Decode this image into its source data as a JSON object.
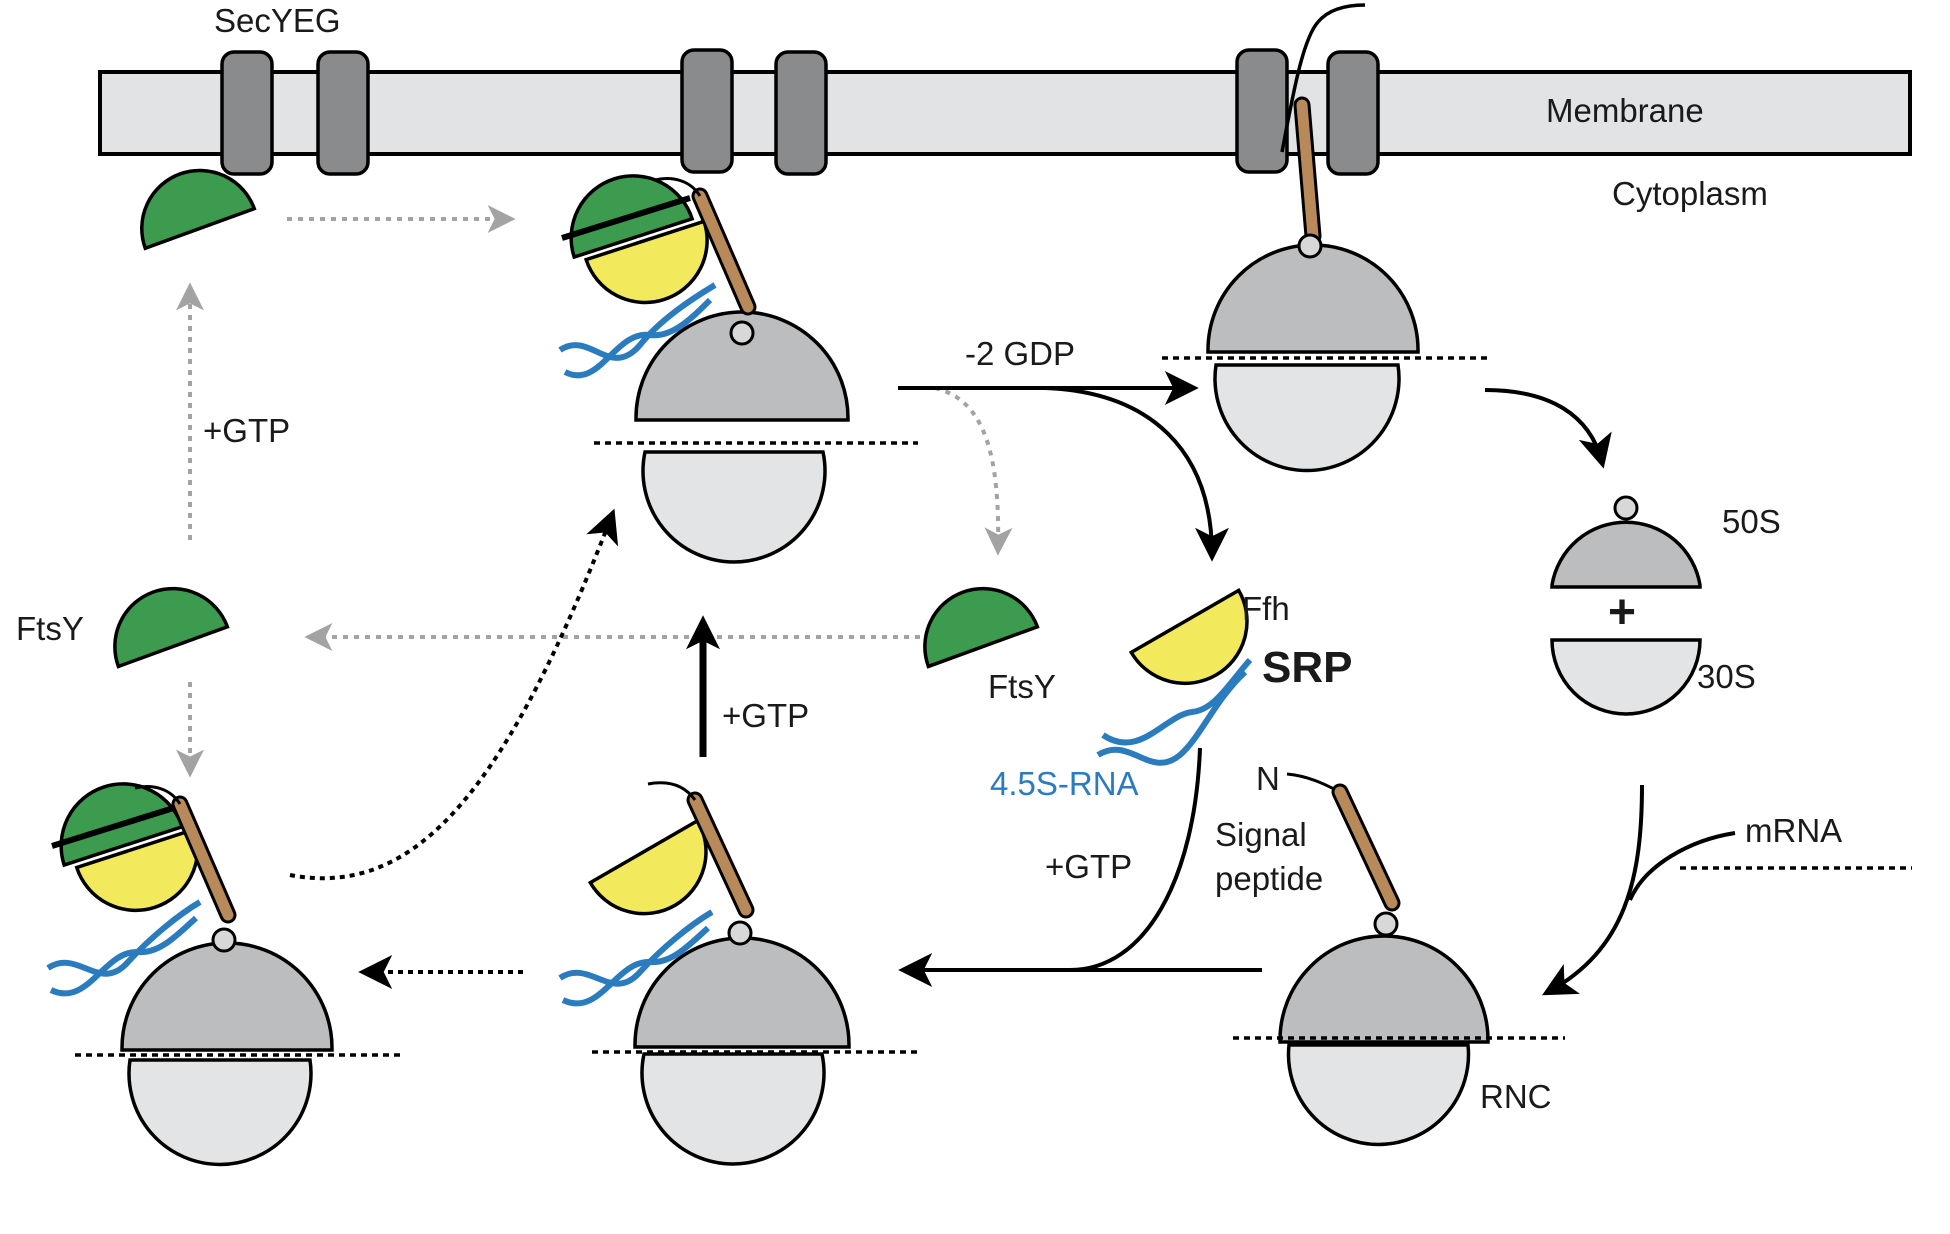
{
  "labels": {
    "secyeg": "SecYEG",
    "membrane": "Membrane",
    "cytoplasm": "Cytoplasm",
    "ftsy_left": "FtsY",
    "ftsy_center": "FtsY",
    "ffh": "Ffh",
    "srp": "SRP",
    "rna": "4.5S-RNA",
    "gtp_top_left": "+GTP",
    "gtp_center": "+GTP",
    "gtp_lower": "+GTP",
    "gdp": "-2 GDP",
    "s50": "50S",
    "s30": "30S",
    "plus": "+",
    "n_terminus": "N",
    "signal": "Signal",
    "peptide": "peptide",
    "mrna": "mRNA",
    "rnc": "RNC"
  },
  "colors": {
    "ftsy": "#3d9b4f",
    "ffh": "#f2ea5c",
    "rna": "#2b7bbf",
    "large_subunit": "#bcbdbf",
    "small_subunit": "#e3e4e5",
    "membrane": "#e2e3e4",
    "translocon": "#8a8b8d",
    "signal_peptide": "#b88a5a",
    "arrow_dark": "#000000",
    "arrow_gray": "#a3a3a3"
  }
}
